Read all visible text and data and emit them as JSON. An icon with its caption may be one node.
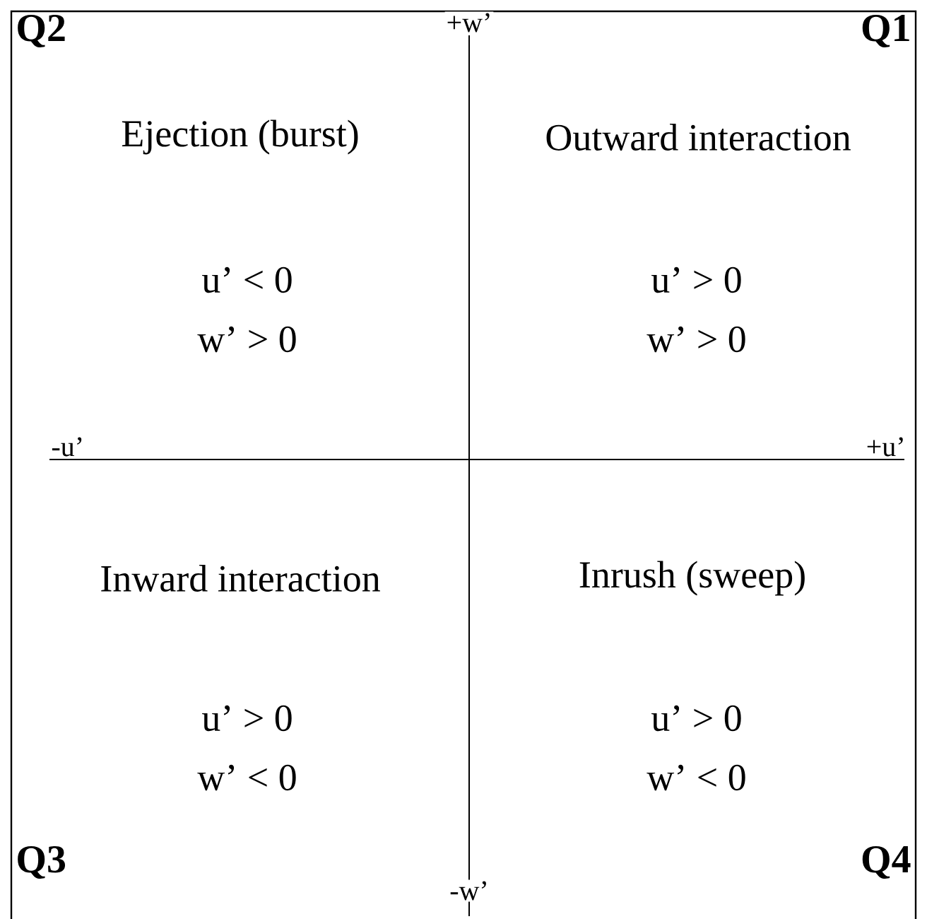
{
  "diagram": {
    "labels": [
      "Q2",
      "+w’",
      "Q1",
      "Ejection (burst)",
      "Outward interaction",
      "u’ < 0",
      "u’ > 0",
      "w’ > 0",
      "w’ > 0",
      "-u’",
      "+u’",
      "Inward interaction",
      "Inrush (sweep)",
      "u’ > 0",
      "u’ > 0",
      "w’ < 0",
      "w’ < 0",
      "Q3",
      "-w’",
      "Q4"
    ]
  }
}
